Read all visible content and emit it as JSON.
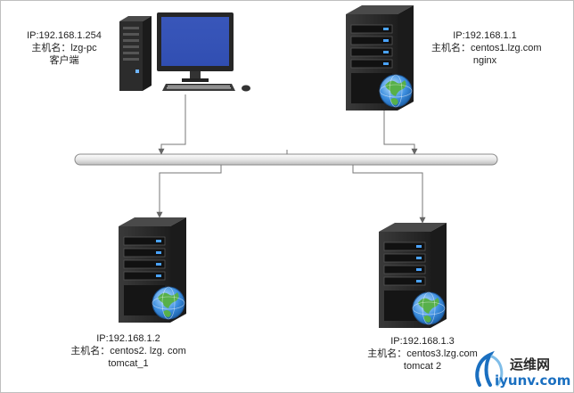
{
  "nodes": {
    "client": {
      "ip": "IP:192.168.1.254",
      "hostname": "主机名：lzg-pc",
      "role": "客户端"
    },
    "nginx": {
      "ip": "IP:192.168.1.1",
      "hostname": "主机名：centos1.lzg.com",
      "role": "nginx"
    },
    "tomcat1": {
      "ip": "IP:192.168.1.2",
      "hostname": "主机名：centos2. lzg. com",
      "role": "tomcat_1"
    },
    "tomcat2": {
      "ip": "IP:192.168.1.3",
      "hostname": "主机名：centos3.lzg.com",
      "role": "tomcat  2"
    }
  },
  "watermark": {
    "text_cn": "运维网",
    "text_url": "iyunv.com"
  },
  "colors": {
    "bus": "#ececec",
    "bus_edge": "#8a8a8a",
    "connector": "#777777",
    "server": "#2b2b2b",
    "globe": "#3c8ad6",
    "watermark": "#1a6fc0"
  }
}
